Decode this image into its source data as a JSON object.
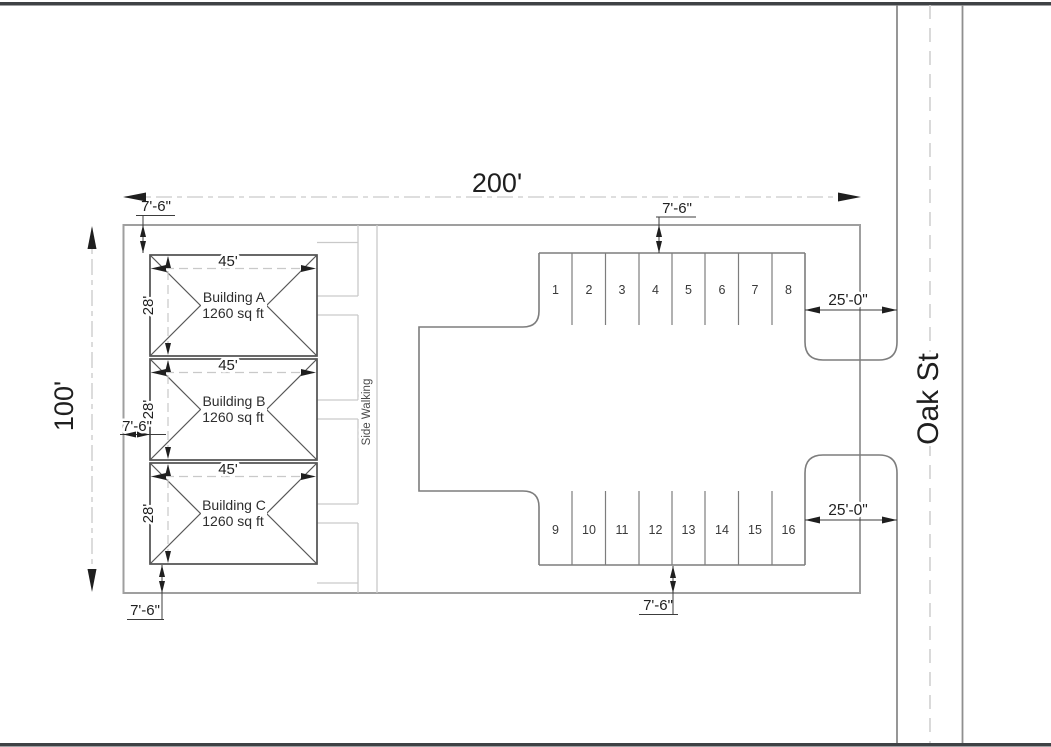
{
  "drawing": {
    "type": "site-plan",
    "dimensions": {
      "lot_width": "200'",
      "lot_height": "100'",
      "setback_top_left": "7'-6\"",
      "setback_top_center": "7'-6\"",
      "setback_left": "7'-6\"",
      "setback_bottom_left": "7'-6\"",
      "setback_bottom_center": "7'-6\"",
      "driveway_top": "25'-0\"",
      "driveway_bottom": "25'-0\""
    },
    "buildings": [
      {
        "name": "Building A",
        "area": "1260 sq ft",
        "width_label": "45'",
        "depth_label": "28'"
      },
      {
        "name": "Building B",
        "area": "1260 sq ft",
        "width_label": "45'",
        "depth_label": "28'"
      },
      {
        "name": "Building C",
        "area": "1260 sq ft",
        "width_label": "45'",
        "depth_label": "28'"
      }
    ],
    "parking": {
      "top_row": [
        "1",
        "2",
        "3",
        "4",
        "5",
        "6",
        "7",
        "8"
      ],
      "bottom_row": [
        "9",
        "10",
        "11",
        "12",
        "13",
        "14",
        "15",
        "16"
      ]
    },
    "sidewalk_label": "Side Walking",
    "street_name": "Oak St",
    "colors": {
      "background": "#ffffff",
      "sheet_border": "#3f4245",
      "lot_line": "#9f9f9f",
      "paved_line": "#7d7d7d",
      "building_line": "#4f4f4f",
      "light_line": "#c9c9c9",
      "street_line": "#8f8f8f",
      "dim_ink": "#1f1f1f"
    }
  }
}
